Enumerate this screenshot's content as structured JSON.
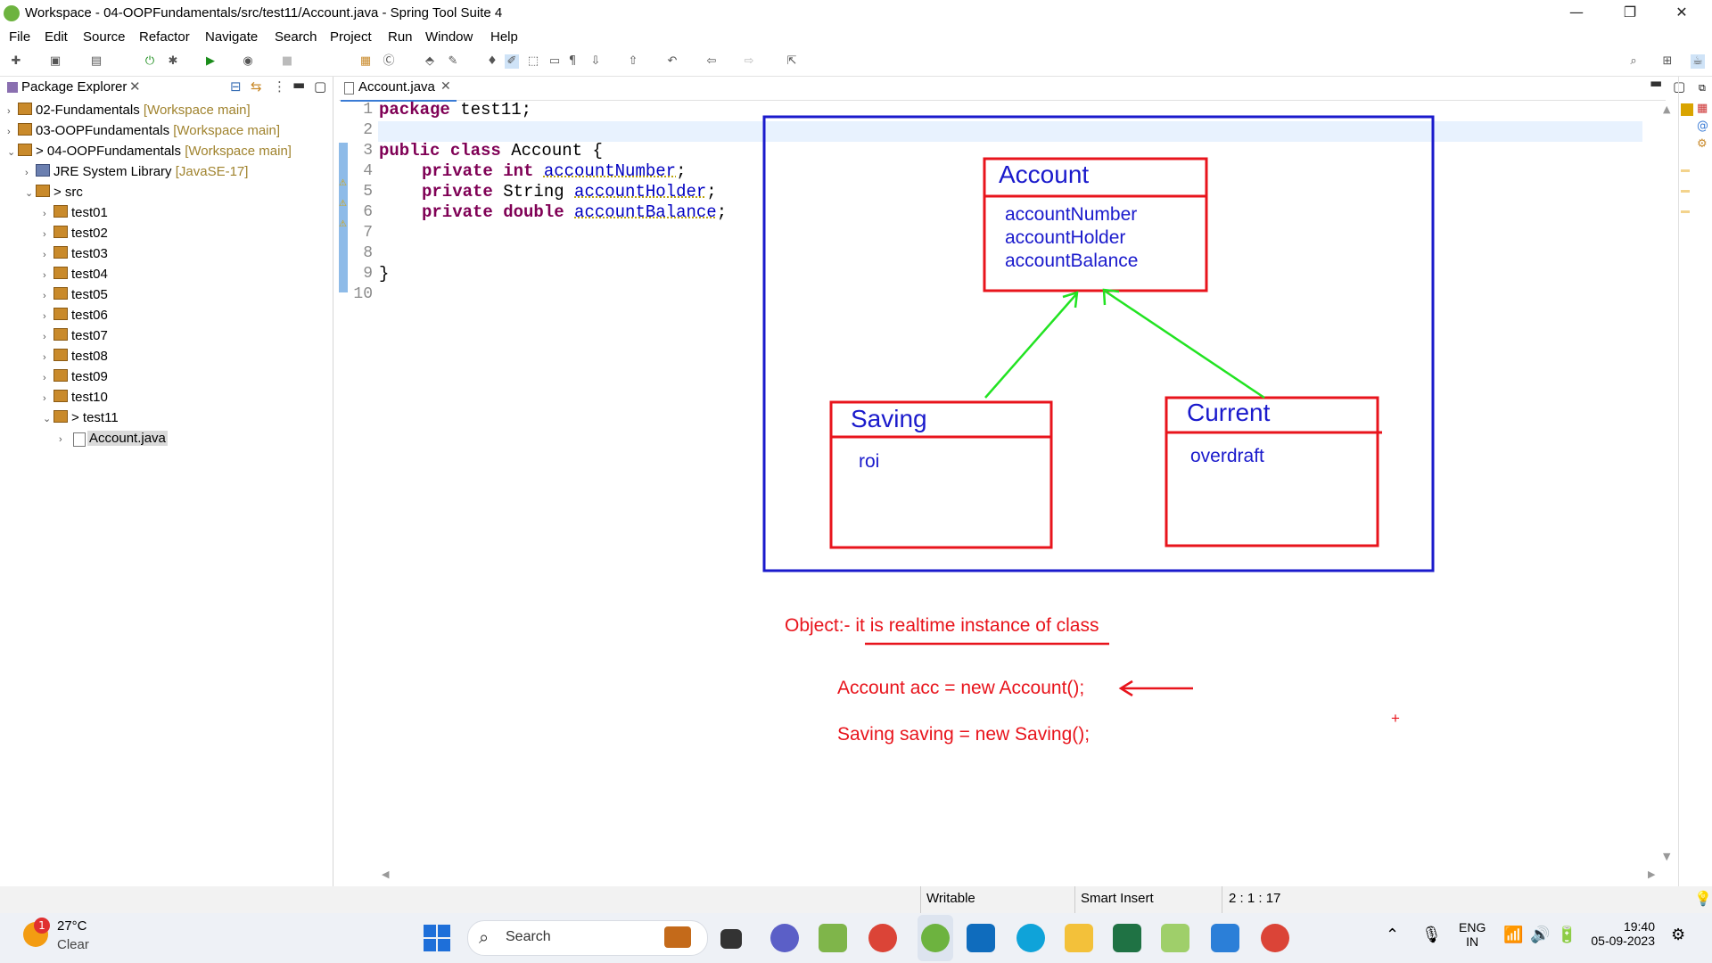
{
  "window": {
    "title": "Workspace - 04-OOPFundamentals/src/test11/Account.java - Spring Tool Suite 4",
    "minimize": "—",
    "restore": "❐",
    "close": "✕"
  },
  "menu": [
    "File",
    "Edit",
    "Source",
    "Refactor",
    "Navigate",
    "Search",
    "Project",
    "Run",
    "Window",
    "Help"
  ],
  "package_explorer": {
    "title": "Package Explorer",
    "projects": [
      {
        "name": "02-Fundamentals",
        "tag": "[Workspace main]"
      },
      {
        "name": "03-OOPFundamentals",
        "tag": "[Workspace main]"
      },
      {
        "name": "> 04-OOPFundamentals",
        "tag": "[Workspace main]"
      }
    ],
    "jre": {
      "name": "JRE System Library",
      "tag": "[JavaSE-17]"
    },
    "src": "> src",
    "packages": [
      "test01",
      "test02",
      "test03",
      "test04",
      "test05",
      "test06",
      "test07",
      "test08",
      "test09",
      "test10"
    ],
    "test11": "> test11",
    "file": "Account.java"
  },
  "editor": {
    "tab": "Account.java",
    "line_numbers": [
      "1",
      "2",
      "3",
      "4",
      "5",
      "6",
      "7",
      "8",
      "9",
      "10"
    ],
    "line1_kw": "package",
    "line1_rest": " test11;",
    "line3_kw": "public class",
    "line3_rest": " Account {",
    "line4_kw": "private int",
    "line4_fld": "accountNumber",
    "line5_kw": "private",
    "line5_type": " String ",
    "line5_fld": "accountHolder",
    "line6_kw": "private double",
    "line6_fld": "accountBalance",
    "semi": ";",
    "line9": "}"
  },
  "drawing": {
    "account_title": "Account",
    "account_fields": [
      "accountNumber",
      "accountHolder",
      "accountBalance"
    ],
    "saving_title": "Saving",
    "saving_field": "roi",
    "current_title": "Current",
    "current_field": "overdraft",
    "note_object": "Object:- it is realtime instance of class",
    "note_acc": "Account acc = new Account();",
    "note_saving": "Saving saving = new Saving();",
    "plus": "+",
    "colors": {
      "box": "#1a1acc",
      "class_box": "#e8141c",
      "arrow": "#22e322",
      "text_blue": "#1a1acc",
      "text_red": "#e8141c"
    }
  },
  "status": {
    "writable": "Writable",
    "insert": "Smart Insert",
    "position": "2 : 1 : 17"
  },
  "taskbar": {
    "weather_temp": "27°C",
    "weather_desc": "Clear",
    "weather_badge": "1",
    "search": "Search",
    "lang1": "ENG",
    "lang2": "IN",
    "time": "19:40",
    "date": "05-09-2023"
  }
}
